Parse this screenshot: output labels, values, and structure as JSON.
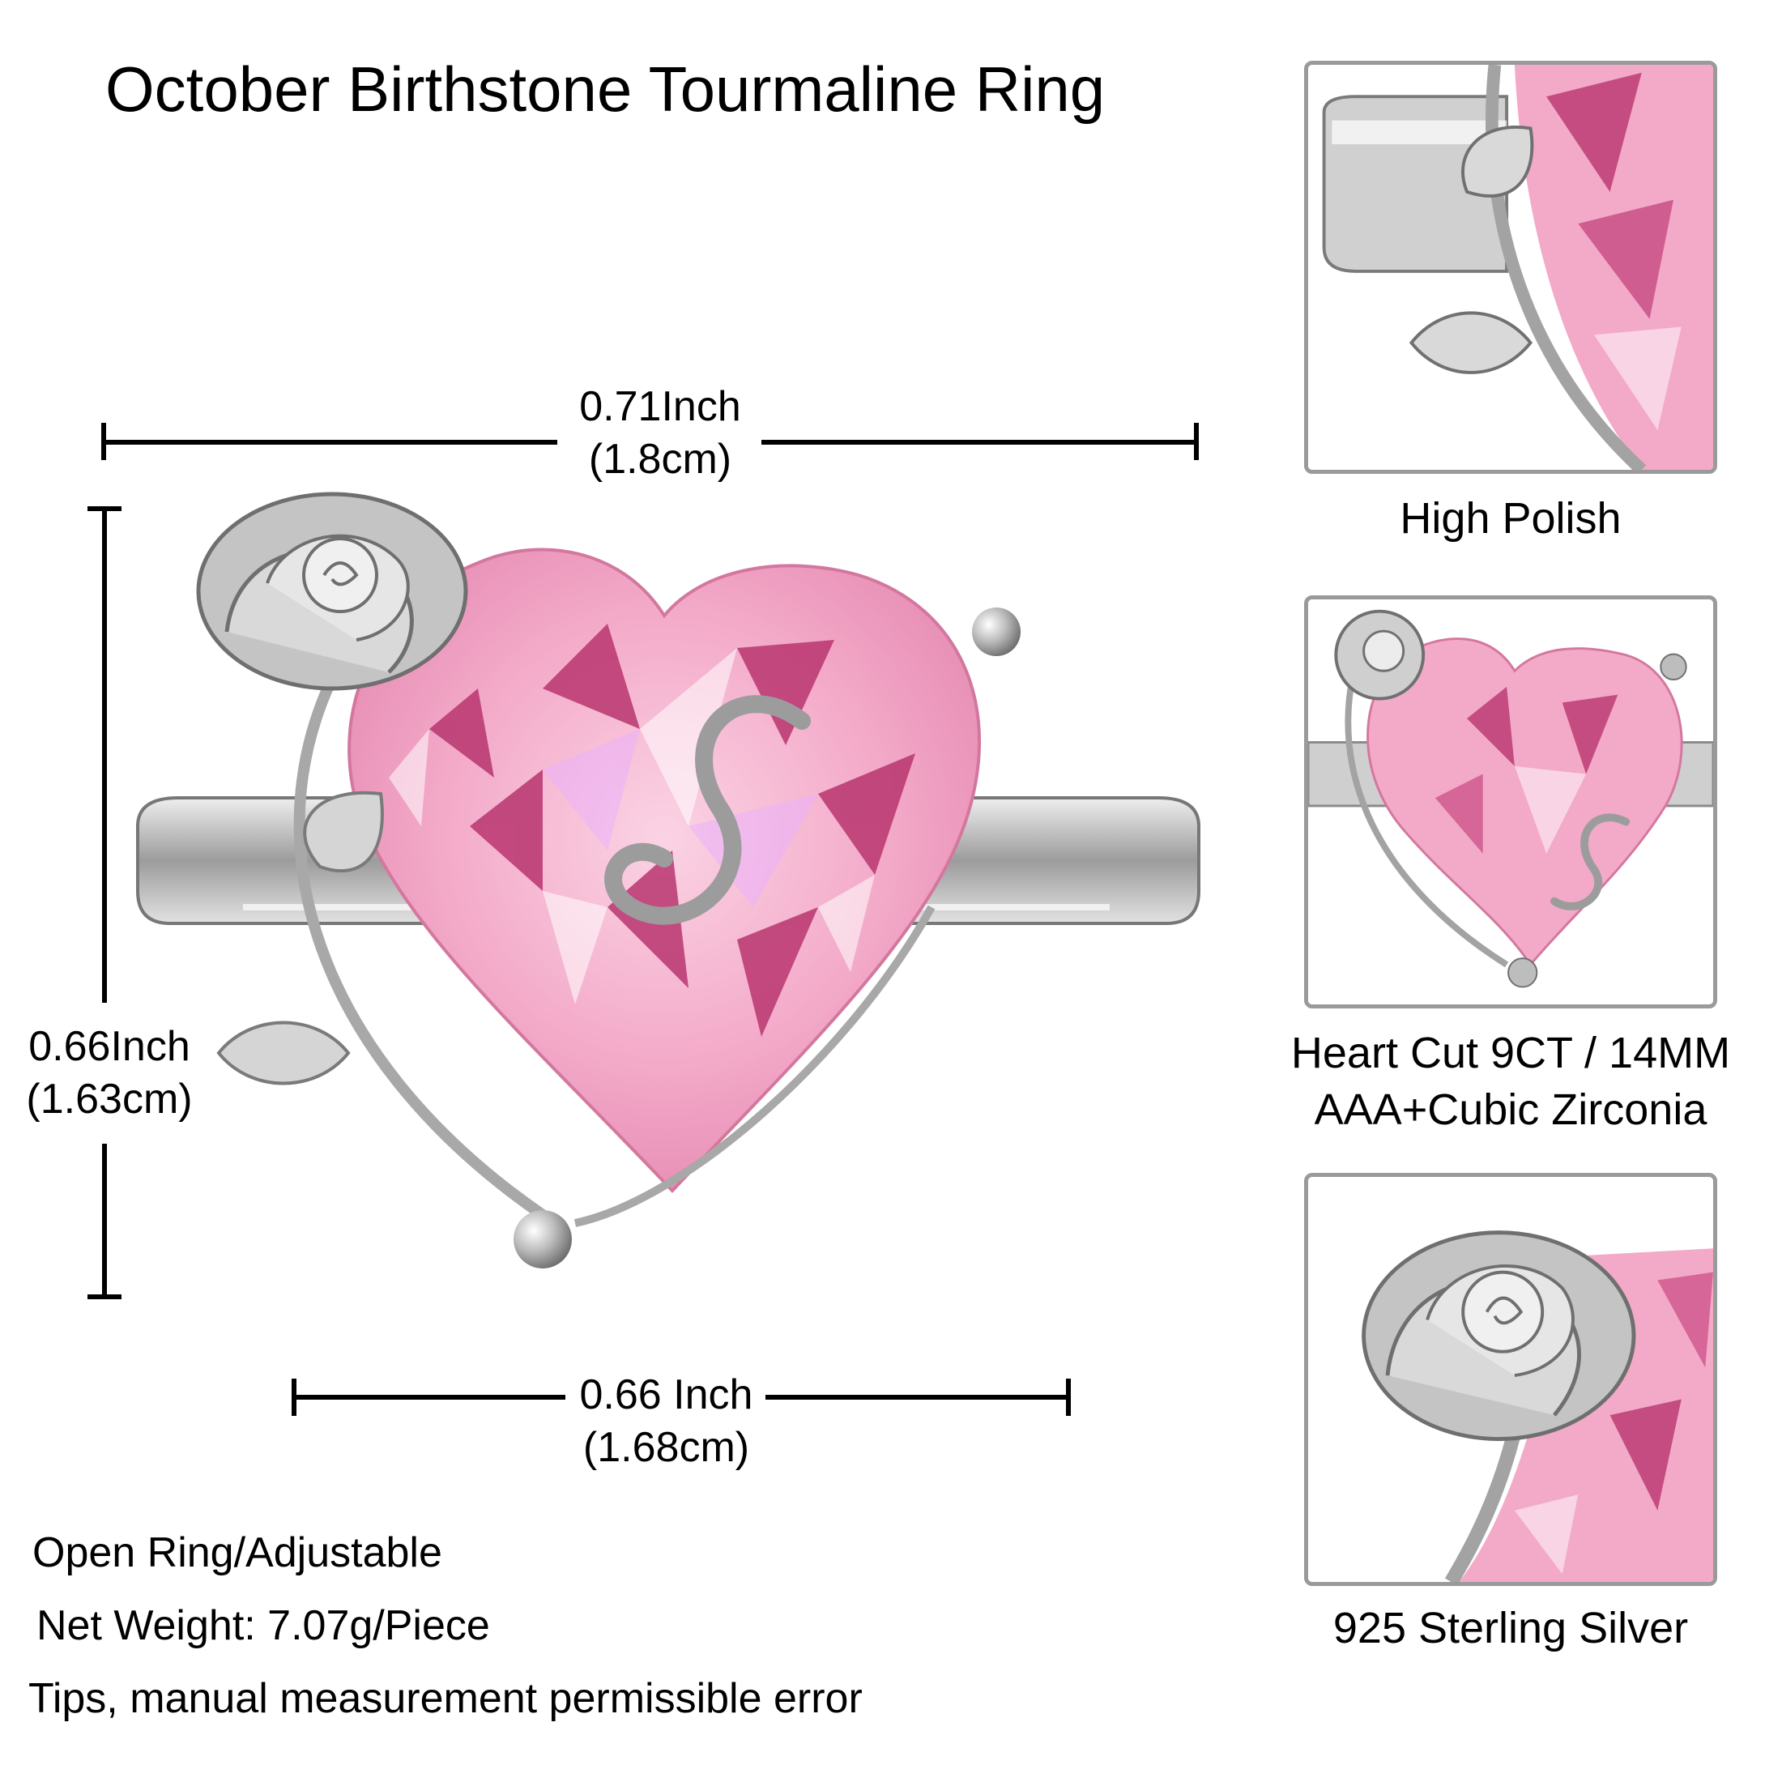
{
  "title": "October Birthstone Tourmaline Ring",
  "dimensions": {
    "width_top": {
      "inch": "0.71Inch",
      "cm": "(1.8cm)"
    },
    "height_left": {
      "inch": "0.66Inch",
      "cm": "(1.63cm)"
    },
    "width_bottom": {
      "inch": "0.66 Inch",
      "cm": "(1.68cm)"
    }
  },
  "notes": [
    "Open Ring/Adjustable",
    "Net Weight: 7.07g/Piece",
    "Tips, manual measurement permissible error"
  ],
  "panels": [
    {
      "caption_lines": [
        "High Polish"
      ]
    },
    {
      "caption_lines": [
        "Heart Cut 9CT / 14MM",
        "AAA+Cubic Zirconia"
      ]
    },
    {
      "caption_lines": [
        "925 Sterling Silver"
      ]
    }
  ],
  "colors": {
    "gem_pink": "#f3a9c8",
    "gem_dark": "#b8356f",
    "silver": "#c9c9c9",
    "panel_border": "#9a9a9a"
  }
}
